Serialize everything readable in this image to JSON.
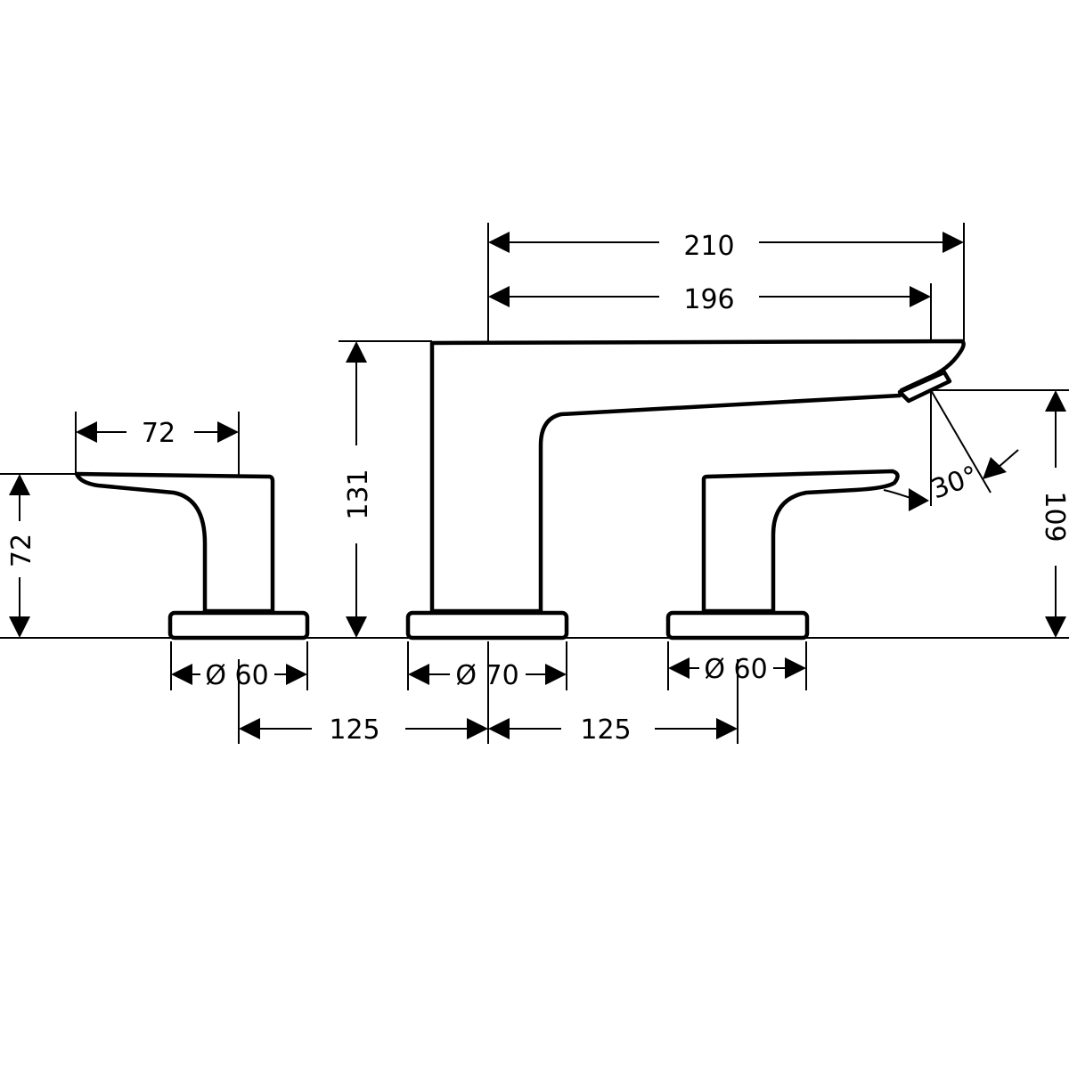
{
  "drawing": {
    "dimensions": {
      "spout_reach_total": "210",
      "spout_reach_outlet": "196",
      "spout_height": "131",
      "outlet_height": "109",
      "handle_length": "72",
      "handle_height": "72",
      "handle_base_left": "Ø 60",
      "spout_base": "Ø 70",
      "handle_base_right": "Ø 60",
      "spacing_left": "125",
      "spacing_right": "125",
      "spray_angle": "30°"
    },
    "colors": {
      "line": "#000000",
      "background": "#ffffff"
    }
  }
}
